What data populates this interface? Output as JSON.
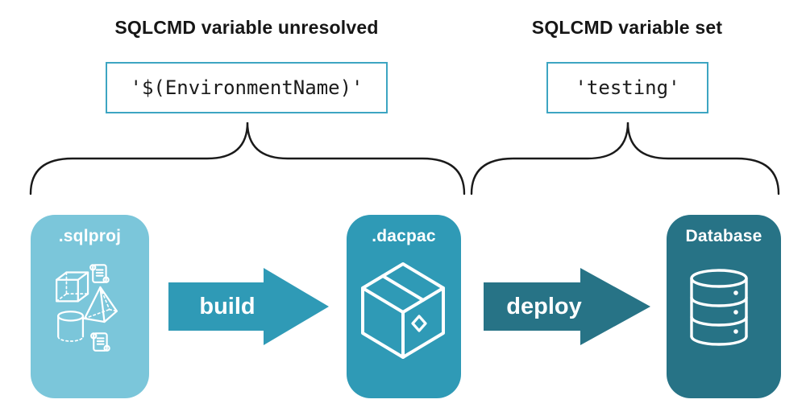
{
  "diagram": {
    "left_group": {
      "heading": "SQLCMD variable unresolved",
      "code": "'$(EnvironmentName)'"
    },
    "right_group": {
      "heading": "SQLCMD variable set",
      "code": "'testing'"
    },
    "nodes": [
      {
        "label": ".sqlproj",
        "icon": "sql-objects-icon",
        "color": "#7BC6DA"
      },
      {
        "label": ".dacpac",
        "icon": "package-box-icon",
        "color": "#2F9AB6"
      },
      {
        "label": "Database",
        "icon": "database-cylinder-icon",
        "color": "#277386"
      }
    ],
    "arrows": [
      {
        "label": "build",
        "color": "#2F9AB6"
      },
      {
        "label": "deploy",
        "color": "#277386"
      }
    ],
    "colors": {
      "background": "#FFFFFF",
      "heading_text": "#161616",
      "code_text": "#1B1B1B",
      "code_box_border": "#3DA5C2",
      "brace_stroke": "#1A1A1A",
      "node_text": "#FFFFFF",
      "icon_stroke": "#FFFFFF"
    }
  }
}
